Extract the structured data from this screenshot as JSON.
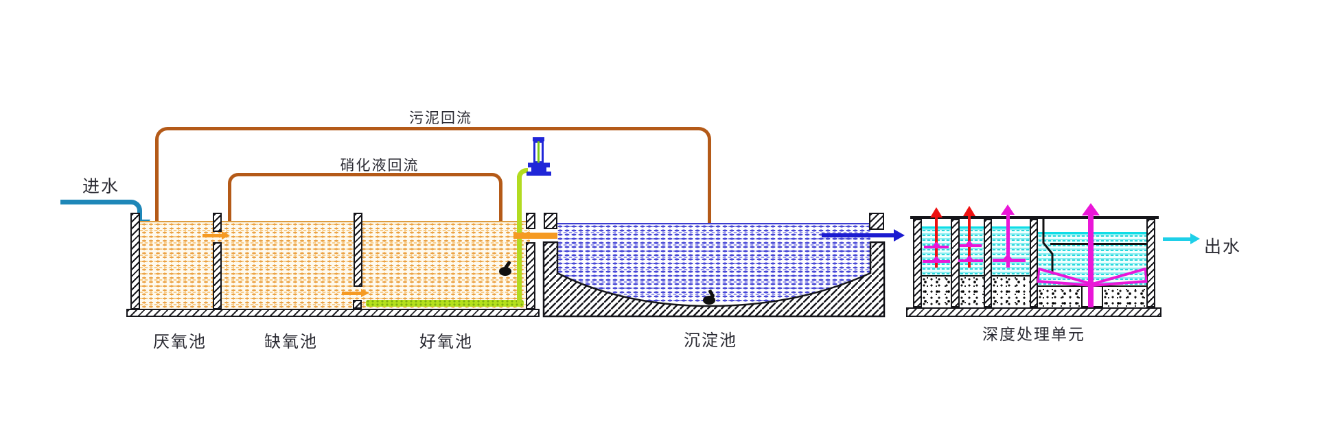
{
  "diagram": {
    "title_context": "wastewater treatment process flow diagram",
    "labels": {
      "influent": "进水",
      "sludge_return": "污泥回流",
      "nitrified_return": "硝化液回流",
      "anaerobic_tank": "厌氧池",
      "anoxic_tank": "缺氧池",
      "aerobic_tank": "好氧池",
      "clarifier_tank": "沉淀池",
      "advanced_unit": "深度处理单元",
      "effluent": "出水"
    },
    "colors": {
      "influent_blue": "#1e87b8",
      "return_pipe_brown": "#b45a18",
      "transfer_orange": "#f59a23",
      "clarifier_arrow_blue": "#1b1bd0",
      "effluent_cyan": "#1ecfe8",
      "aeration_green": "#b2db20",
      "blower_blue": "#2026d8",
      "upflow_red": "#ee1111",
      "upflow_magenta": "#ea16d8",
      "bio_water_dot": "#eca344",
      "clarifier_water_dot": "#4747d6",
      "advanced_water_cyan": "#28d8dc"
    }
  }
}
